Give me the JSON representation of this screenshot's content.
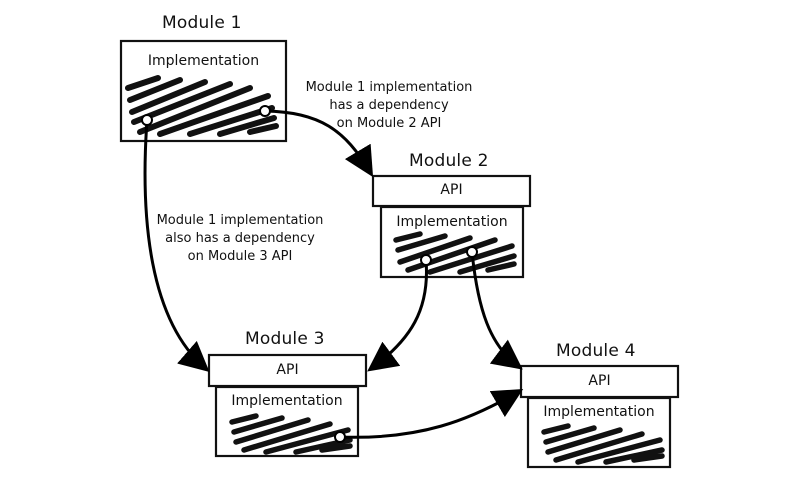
{
  "modules": [
    {
      "title": "Module 1",
      "implementation": "Implementation"
    },
    {
      "title": "Module 2",
      "api": "API",
      "implementation": "Implementation"
    },
    {
      "title": "Module 3",
      "api": "API",
      "implementation": "Implementation"
    },
    {
      "title": "Module 4",
      "api": "API",
      "implementation": "Implementation"
    }
  ],
  "notes": {
    "m1_m2": [
      "Module 1 implementation",
      "has a dependency",
      "on Module 2 API"
    ],
    "m1_m3": [
      "Module 1 implementation",
      "also has a dependency",
      "on Module 3 API"
    ]
  }
}
